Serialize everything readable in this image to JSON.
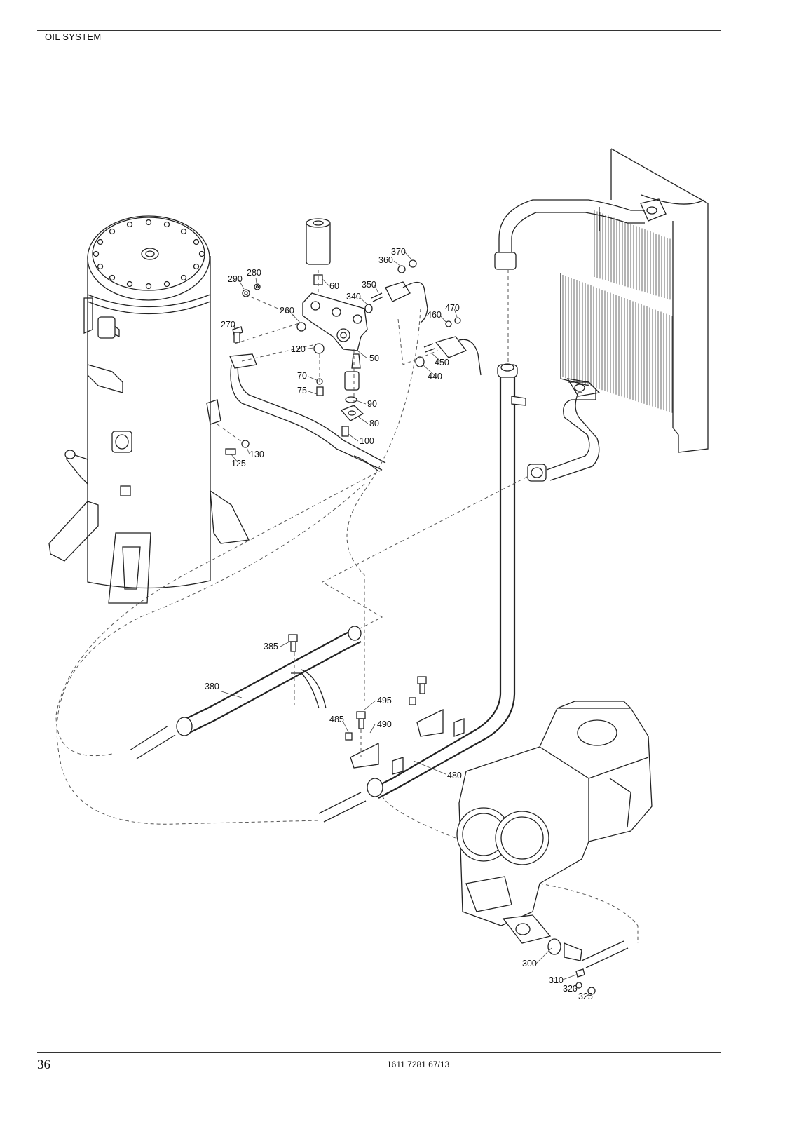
{
  "header": {
    "section_title": "OIL SYSTEM"
  },
  "footer": {
    "page_number": "36",
    "document_number": "1611 7281 67/13"
  },
  "callouts": {
    "c50": "50",
    "c60": "60",
    "c70": "70",
    "c75": "75",
    "c80": "80",
    "c90": "90",
    "c100": "100",
    "c120": "120",
    "c125": "125",
    "c130": "130",
    "c260": "260",
    "c270": "270",
    "c280": "280",
    "c290": "290",
    "c300": "300",
    "c310": "310",
    "c320": "320",
    "c325": "325",
    "c340": "340",
    "c350": "350",
    "c360": "360",
    "c370": "370",
    "c380": "380",
    "c385": "385",
    "c440": "440",
    "c450": "450",
    "c460": "460",
    "c470": "470",
    "c480": "480",
    "c485": "485",
    "c490": "490",
    "c495": "495"
  }
}
